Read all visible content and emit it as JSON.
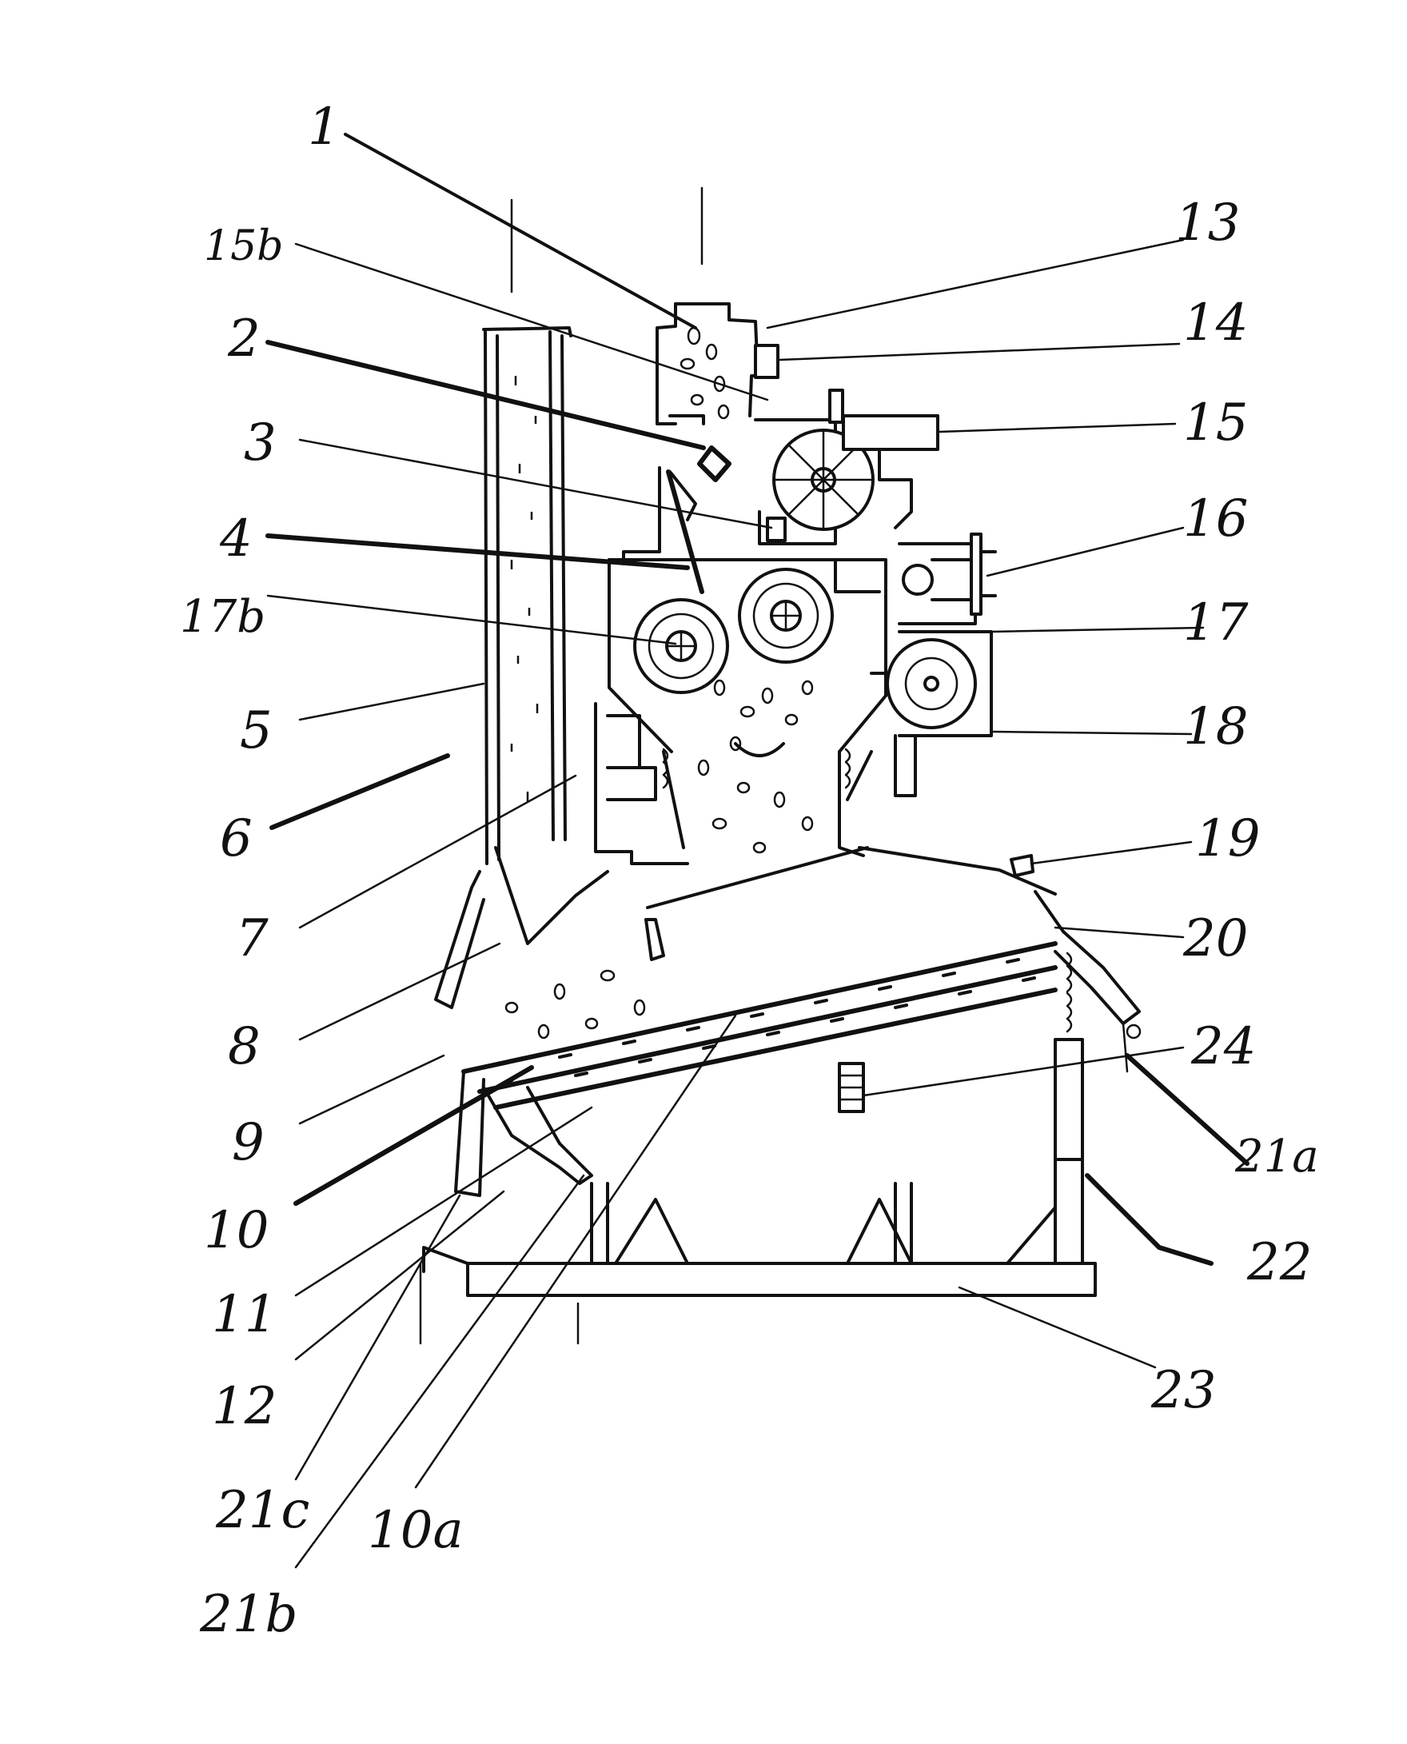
{
  "figure": {
    "labels": [
      {
        "id": "l1",
        "text": "1"
      },
      {
        "id": "l13",
        "text": "13"
      },
      {
        "id": "l15b",
        "text": "15b"
      },
      {
        "id": "l14",
        "text": "14"
      },
      {
        "id": "l2",
        "text": "2"
      },
      {
        "id": "l15",
        "text": "15"
      },
      {
        "id": "l3",
        "text": "3"
      },
      {
        "id": "l16",
        "text": "16"
      },
      {
        "id": "l4",
        "text": "4"
      },
      {
        "id": "l17b",
        "text": "17b"
      },
      {
        "id": "l17",
        "text": "17"
      },
      {
        "id": "l5",
        "text": "5"
      },
      {
        "id": "l18",
        "text": "18"
      },
      {
        "id": "l6",
        "text": "6"
      },
      {
        "id": "l19",
        "text": "19"
      },
      {
        "id": "l7",
        "text": "7"
      },
      {
        "id": "l20",
        "text": "20"
      },
      {
        "id": "l8",
        "text": "8"
      },
      {
        "id": "l24",
        "text": "24"
      },
      {
        "id": "l9",
        "text": "9"
      },
      {
        "id": "l21a",
        "text": "21a"
      },
      {
        "id": "l10",
        "text": "10"
      },
      {
        "id": "l22",
        "text": "22"
      },
      {
        "id": "l11",
        "text": "11"
      },
      {
        "id": "l23",
        "text": "23"
      },
      {
        "id": "l12",
        "text": "12"
      },
      {
        "id": "l21c",
        "text": "21c"
      },
      {
        "id": "l10a",
        "text": "10a"
      },
      {
        "id": "l21b",
        "text": "21b"
      }
    ]
  }
}
